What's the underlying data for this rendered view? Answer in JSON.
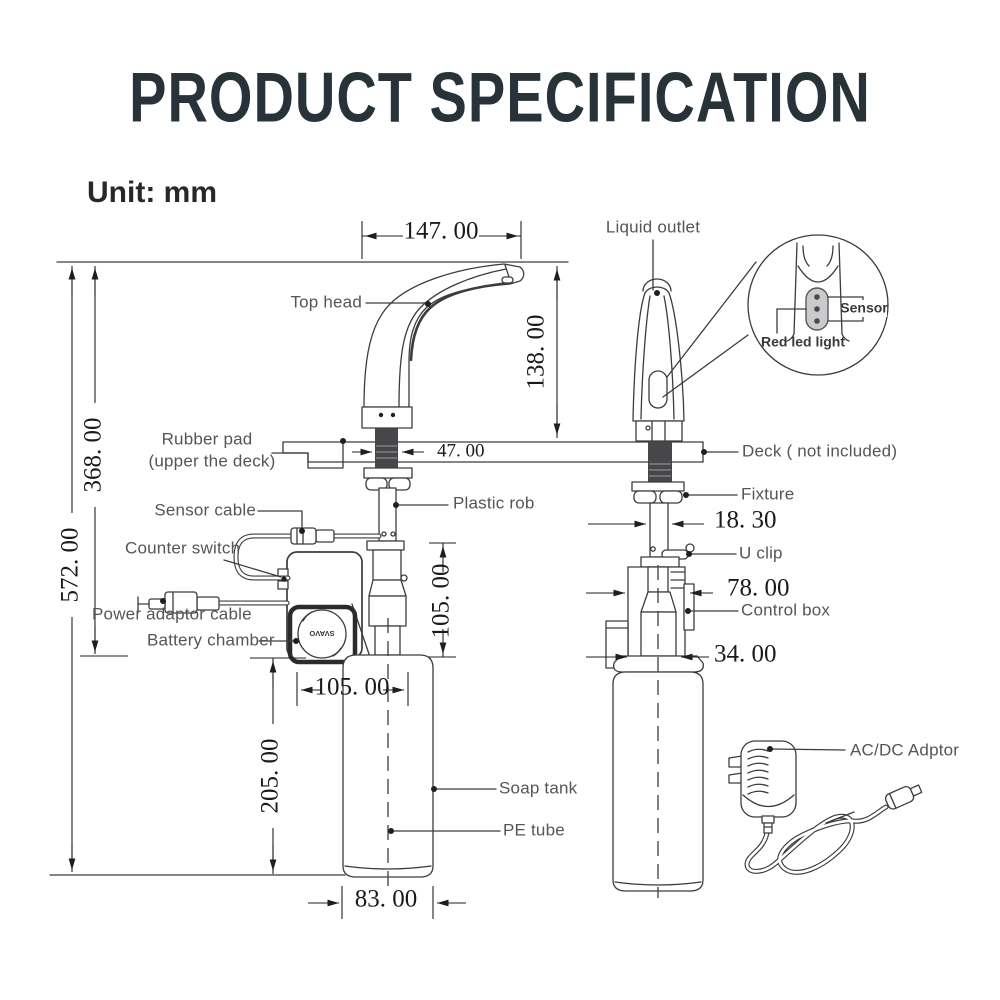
{
  "header": {
    "title": "PRODUCT SPECIFICATION",
    "unit_label": "Unit: mm"
  },
  "dims": {
    "spout_reach": "147. 00",
    "spout_height": "138. 00",
    "under_deck_height": "368. 00",
    "total_height": "572. 00",
    "deck_hole": "47. 00",
    "pipe_dia": "18. 30",
    "control_box_w": "78. 00",
    "pump_w": "34. 00",
    "pump_h": "105. 00",
    "tank_w_top": "105. 00",
    "tank_h": "205. 00",
    "tank_w_bottom": "83. 00"
  },
  "labels": {
    "top_head": "Top head",
    "liquid_outlet": "Liquid outlet",
    "rubber_pad_line1": "Rubber pad",
    "rubber_pad_line2": "(upper the deck)",
    "deck": "Deck ( not included)",
    "plastic_rob": "Plastic rob",
    "fixture": "Fixture",
    "sensor_cable": "Sensor cable",
    "counter_switch": "Counter switch",
    "u_clip": "U clip",
    "power_adaptor": "Power adaptor cable",
    "control_box": "Control box",
    "battery_chamber": "Battery chamber",
    "soap_tank": "Soap tank",
    "pe_tube": "PE tube",
    "ac_dc": "AC/DC Adptor"
  },
  "detail_view": {
    "sensor": "Sensor",
    "red_led": "Red led light"
  },
  "battery_brand": "SVAVO",
  "colors": {
    "title": "#273239",
    "labels": "#55555a",
    "lines": "#3c3c40",
    "sensor_window": "#c9cacb"
  }
}
